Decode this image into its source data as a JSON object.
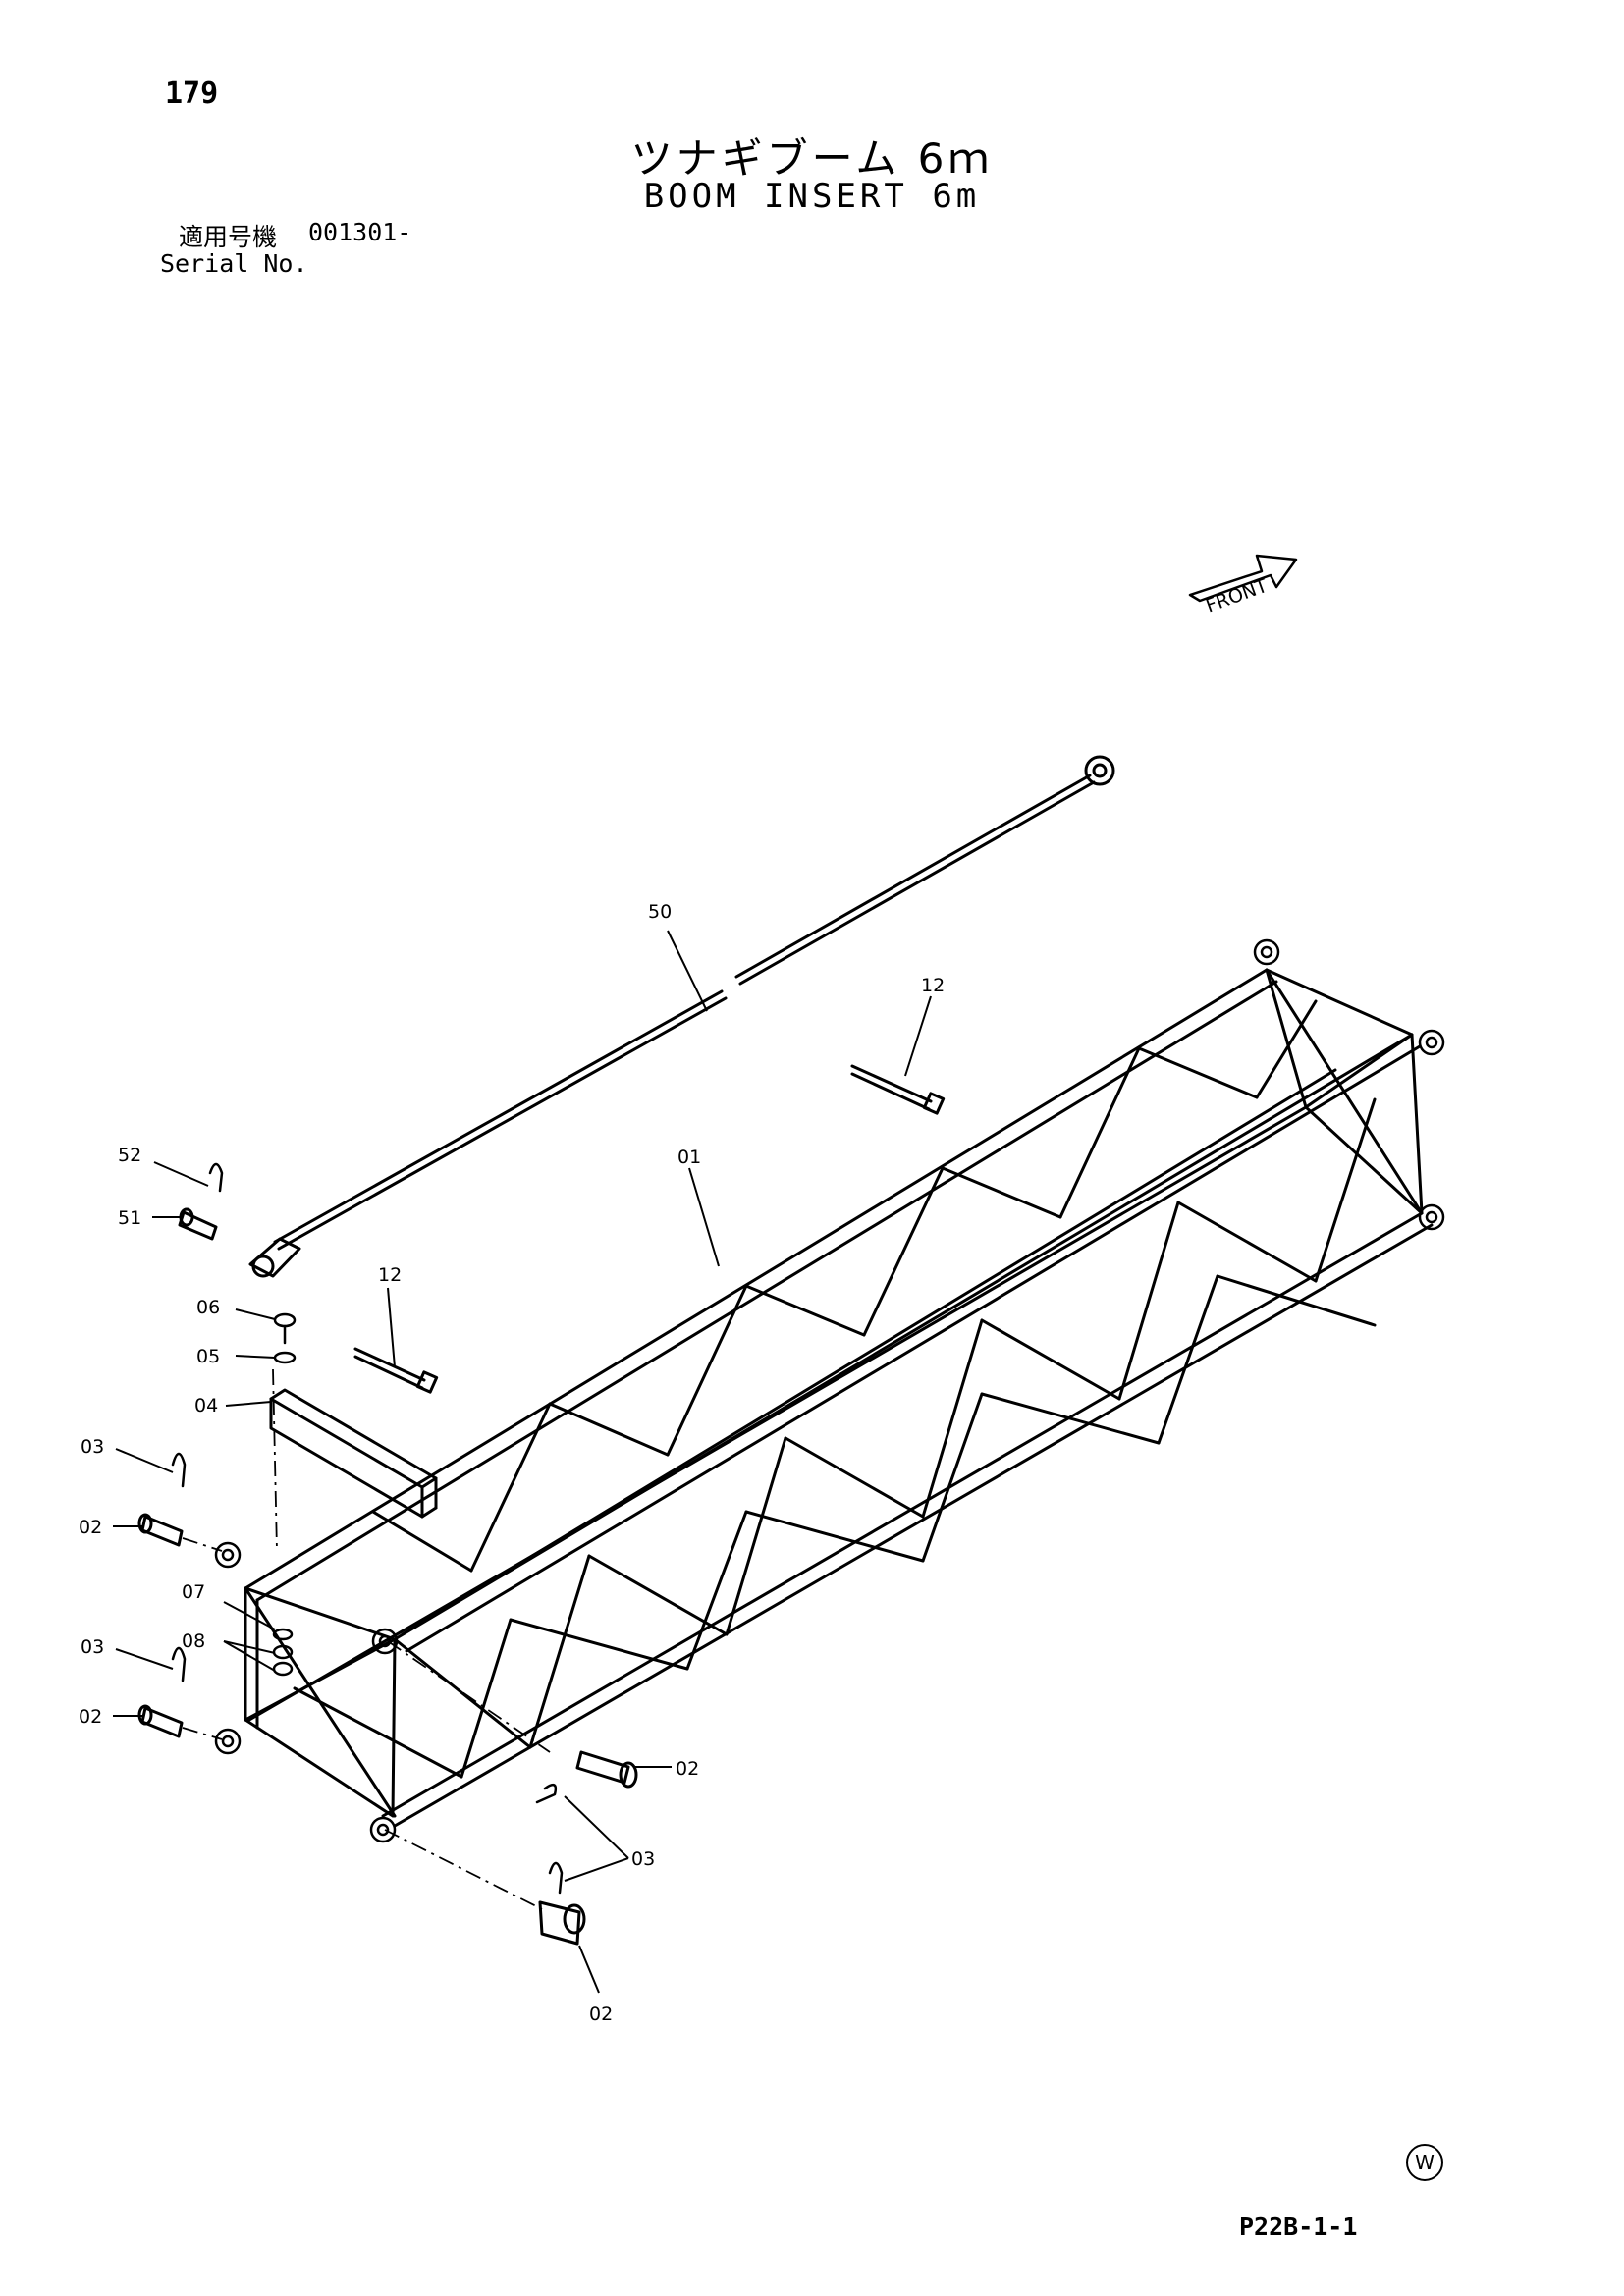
{
  "header": {
    "page_number": "179",
    "title_jp": "ツナギブーム 6ｍ",
    "title_en": "BOOM INSERT 6m",
    "serial_label_jp": "適用号機",
    "serial_value": "001301-",
    "serial_label_en": "Serial No."
  },
  "diagram": {
    "front_label": "FRONT",
    "callouts": {
      "p01": "01",
      "p02": "02",
      "p03": "03",
      "p04": "04",
      "p05": "05",
      "p06": "06",
      "p07": "07",
      "p08": "08",
      "p12": "12",
      "p50": "50",
      "p51": "51",
      "p52": "52"
    }
  },
  "footer": {
    "doc_code": "P22B-1-1",
    "mark": "W"
  }
}
